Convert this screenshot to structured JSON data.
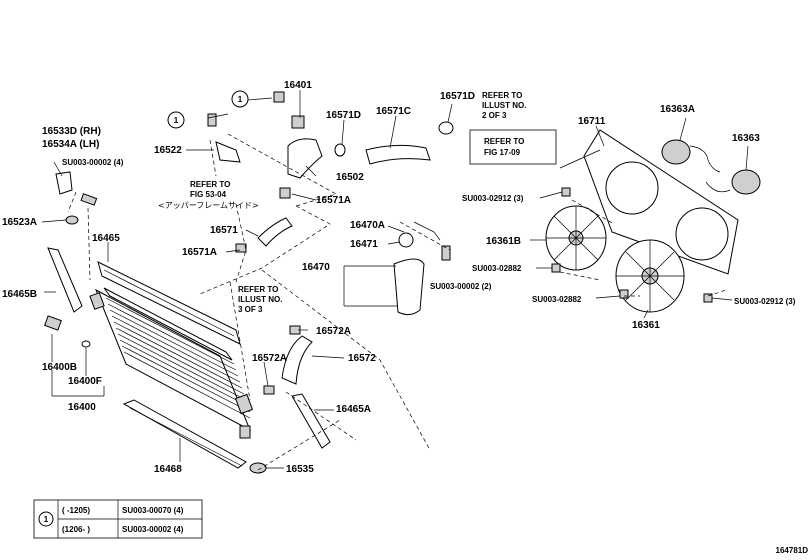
{
  "labels": {
    "p16401": "16401",
    "p16571D_a": "16571D",
    "p16571C": "16571C",
    "p16571D_b": "16571D",
    "refer_illust_2_l1": "REFER TO",
    "refer_illust_2_l2": "ILLUST NO.",
    "refer_illust_2_l3": "2 OF 3",
    "p16533D": "16533D (RH)",
    "p16534A": "16534A (LH)",
    "su_00002_4_top": "SU003-00002 (4)",
    "p16522": "16522",
    "p16502": "16502",
    "refer_fig53_l1": "REFER TO",
    "refer_fig53_l2": "FIG 53-04",
    "refer_fig53_jp": "<アッパーフレームサイド>",
    "p16571A_top": "16571A",
    "p16711": "16711",
    "p16363A": "16363A",
    "p16363": "16363",
    "refer_fig17_l1": "REFER TO",
    "refer_fig17_l2": "FIG 17-09",
    "su_02912_3_left": "SU003-02912 (3)",
    "p16523A": "16523A",
    "p16465": "16465",
    "p16571": "16571",
    "p16470A": "16470A",
    "p16471": "16471",
    "p16361B": "16361B",
    "p16571A_mid": "16571A",
    "p16470": "16470",
    "su_02882_a": "SU003-02882",
    "p16465B": "16465B",
    "su_00002_2": "SU003-00002 (2)",
    "su_02882_b": "SU003-02882",
    "su_02912_3_right": "SU003-02912 (3)",
    "refer_illust_3_l1": "REFER TO",
    "refer_illust_3_l2": "ILLUST NO.",
    "refer_illust_3_l3": "3 OF 3",
    "p16361": "16361",
    "p16572A_a": "16572A",
    "p16400B": "16400B",
    "p16572A_b": "16572A",
    "p16572": "16572",
    "p16400F": "16400F",
    "p16400": "16400",
    "p16465A": "16465A",
    "p16468": "16468",
    "p16535": "16535",
    "figure_id": "164781D"
  },
  "callout_marker": "1",
  "legend": {
    "marker": "1",
    "rows": [
      {
        "range": "(      -1205)",
        "part": "SU003-00070 (4)"
      },
      {
        "range": "(1206-      )",
        "part": "SU003-00002 (4)"
      }
    ]
  }
}
